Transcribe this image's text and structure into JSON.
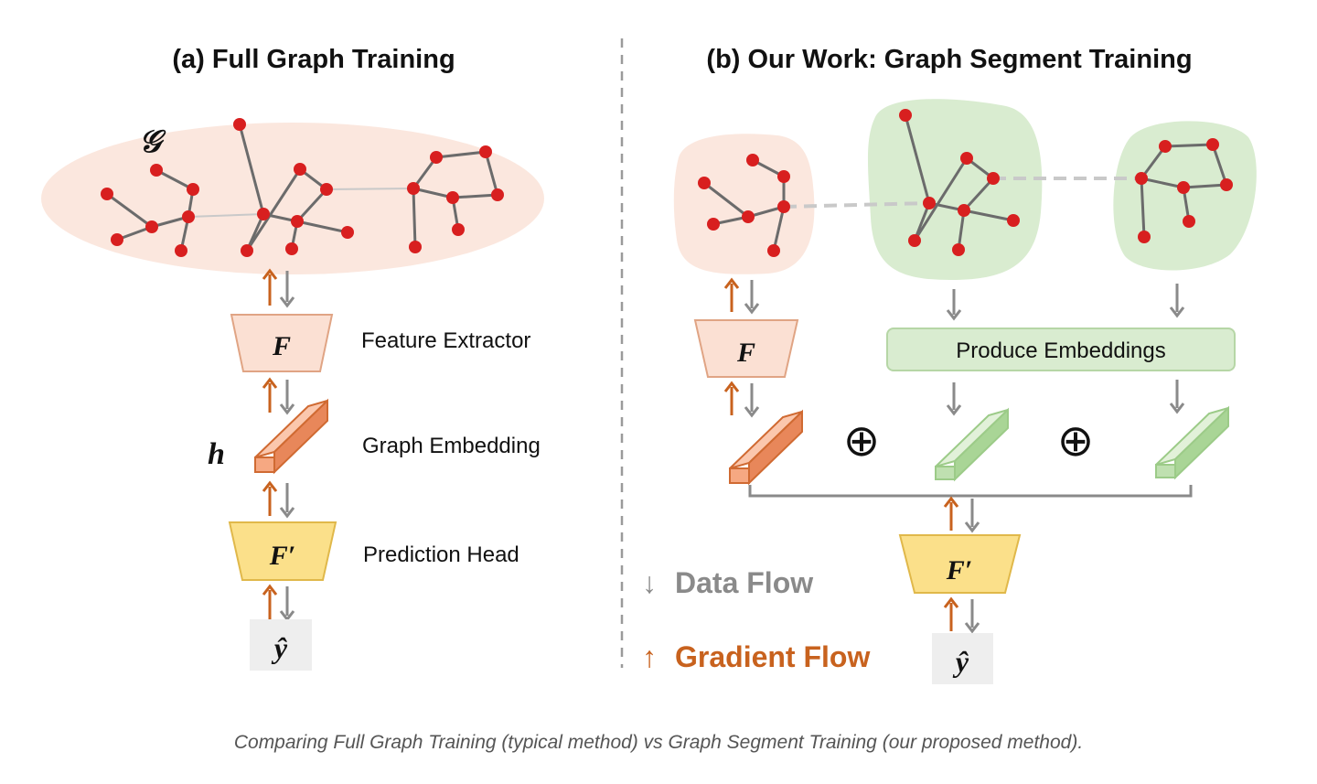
{
  "panel_a": {
    "title": "(a) Full Graph Training",
    "graph_symbol": "𝒢",
    "feature_extractor_symbol": "F",
    "feature_extractor_label": "Feature Extractor",
    "embedding_symbol": "h",
    "embedding_label": "Graph Embedding",
    "prediction_head_symbol": "F′",
    "prediction_head_label": "Prediction Head",
    "output_symbol": "ŷ"
  },
  "panel_b": {
    "title": "(b) Our Work: Graph Segment Training",
    "feature_extractor_symbol": "F",
    "produce_embeddings_label": "Produce Embeddings",
    "combine_symbol_1": "⊕",
    "combine_symbol_2": "⊕",
    "prediction_head_symbol": "F′",
    "output_symbol": "ŷ"
  },
  "legend": {
    "data_flow_arrow": "↓",
    "data_flow_label": "Data Flow",
    "gradient_flow_arrow": "↑",
    "gradient_flow_label": "Gradient Flow"
  },
  "caption": "Comparing Full Graph Training (typical method) vs Graph Segment Training (our proposed method).",
  "colors": {
    "data_arrow": "#8a8a8a",
    "gradient_arrow": "#c8621e",
    "node": "#d81f1f",
    "edge": "#6b6b6b",
    "full_graph_fill": "#fbe7de",
    "segment_active_fill": "#fbe7de",
    "segment_frozen_fill": "#d9ecd0",
    "feature_extractor_fill": "#fbe0d3",
    "embedding_orange": "#f6a882",
    "embedding_green": "#bfe0b0",
    "prediction_head_fill": "#fbe08a",
    "output_fill": "#eeeeee",
    "produce_embeddings_fill": "#d9ecd0"
  }
}
